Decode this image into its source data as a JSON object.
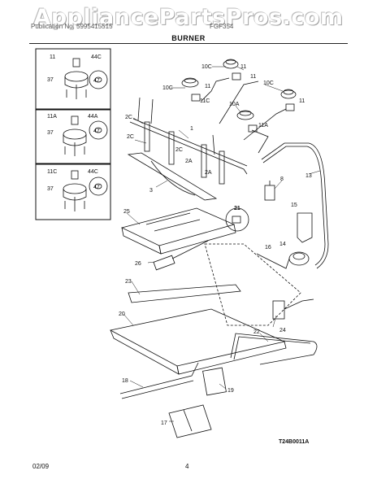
{
  "header": {
    "watermark": "AppliancePartsPros.com",
    "publication": "Publication No. 5995415515",
    "model": "FGF354",
    "section_title": "BURNER"
  },
  "footer": {
    "date": "02/09",
    "page": "4"
  },
  "diagram": {
    "reference_code": "T24B0011A",
    "inset_labels": {
      "inset1": [
        "11",
        "44C",
        "37",
        "47"
      ],
      "inset2": [
        "11A",
        "44A",
        "37",
        "47"
      ],
      "inset3": [
        "11C",
        "44C",
        "37",
        "47"
      ]
    },
    "callouts": [
      "10C",
      "11",
      "10C",
      "11",
      "11C",
      "10C",
      "11",
      "10A",
      "11A",
      "2C",
      "2C",
      "2A",
      "2C",
      "3",
      "1",
      "13",
      "8",
      "15",
      "14",
      "16",
      "21",
      "25",
      "26",
      "23",
      "20",
      "24",
      "22",
      "18",
      "19",
      "17",
      "2A",
      "11"
    ]
  }
}
